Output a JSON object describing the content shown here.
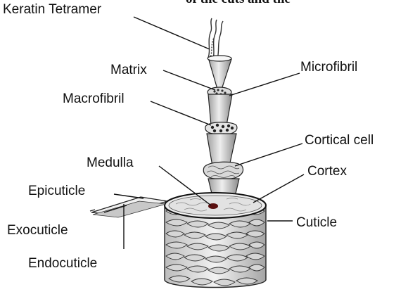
{
  "top_cropped_text": "of the cuts and the",
  "labels": {
    "keratin_tetramer": "Keratin Tetramer",
    "matrix": "Matrix",
    "microfibril": "Microfibril",
    "macrofibril": "Macrofibril",
    "cortical_cell": "Cortical cell",
    "medulla": "Medulla",
    "cortex": "Cortex",
    "epicuticle": "Epicuticle",
    "exocuticle": "Exocuticle",
    "cuticle": "Cuticle",
    "endocuticle": "Endocuticle"
  },
  "colors": {
    "ink": "#111111",
    "shading": "#9a9a9a",
    "fill_light": "#e8e8e8",
    "fill_mid": "#c9c9c9",
    "medulla_dot": "#5a1010"
  }
}
